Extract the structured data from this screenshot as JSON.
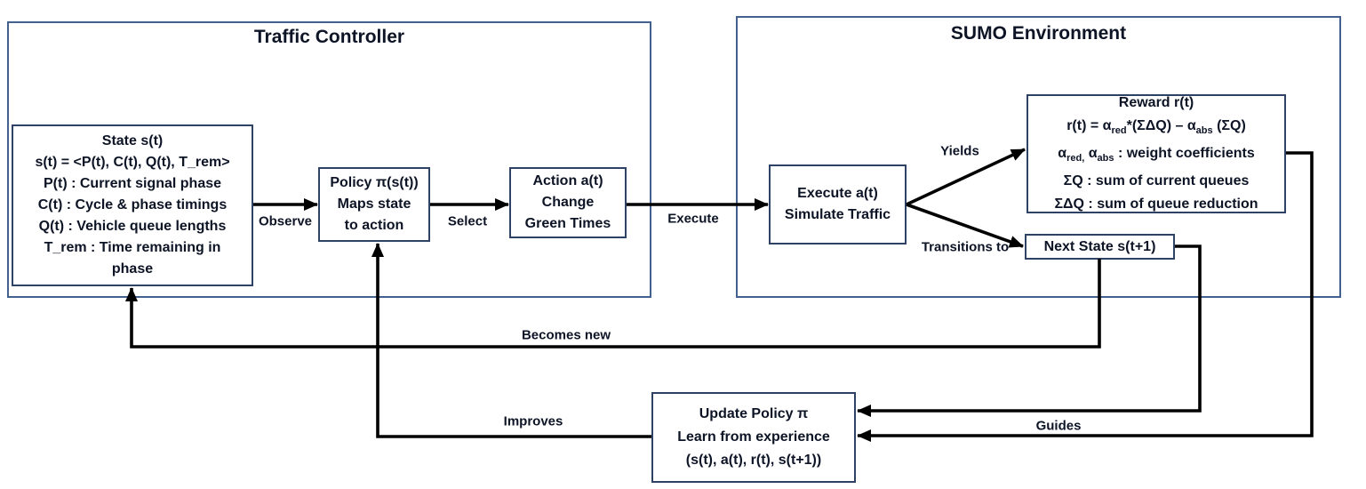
{
  "colors": {
    "outer_box_border": "#44608f",
    "inner_box_border": "#2e4266",
    "arrow": "#000000",
    "text": "#0d1426",
    "background": "#ffffff"
  },
  "traffic_controller": {
    "title": "Traffic Controller",
    "state_box": {
      "lines": [
        "State s(t)",
        "s(t) = <P(t), C(t), Q(t), T_rem>",
        "P(t) : Current signal phase",
        "C(t) : Cycle & phase timings",
        "Q(t) : Vehicle queue lengths",
        "T_rem : Time remaining in",
        "phase"
      ]
    },
    "policy_box": {
      "lines": [
        "Policy π(s(t))",
        "Maps state",
        "to action"
      ]
    },
    "action_box": {
      "lines": [
        "Action a(t)",
        "Change",
        "Green Times"
      ]
    }
  },
  "sumo_environment": {
    "title": "SUMO Environment",
    "execute_box": {
      "lines": [
        "Execute a(t)",
        "Simulate Traffic"
      ]
    },
    "reward_box": {
      "title": "Reward r(t)",
      "formula": {
        "p1": "r(t) = α",
        "sub1": "red",
        "p2": "*(ΣΔQ) – α",
        "sub2": "abs",
        "p3": " (ΣQ)"
      },
      "coefficients": {
        "p1": "α",
        "sub1": "red,",
        "p2": " α",
        "sub2": "abs",
        "p3": " : weight coefficients"
      },
      "sum_current": "ΣQ : sum of current queues",
      "sum_reduction": "ΣΔQ : sum of queue reduction"
    },
    "next_state_box": {
      "label": "Next State s(t+1)"
    }
  },
  "update_policy_box": {
    "lines": [
      "Update Policy π",
      "Learn from experience",
      "(s(t), a(t), r(t), s(t+1))"
    ]
  },
  "edge_labels": {
    "observe": "Observe",
    "select": "Select",
    "execute": "Execute",
    "yields": "Yields",
    "transitions_to": "Transitions to",
    "becomes_new": "Becomes new",
    "improves": "Improves",
    "guides": "Guides"
  }
}
